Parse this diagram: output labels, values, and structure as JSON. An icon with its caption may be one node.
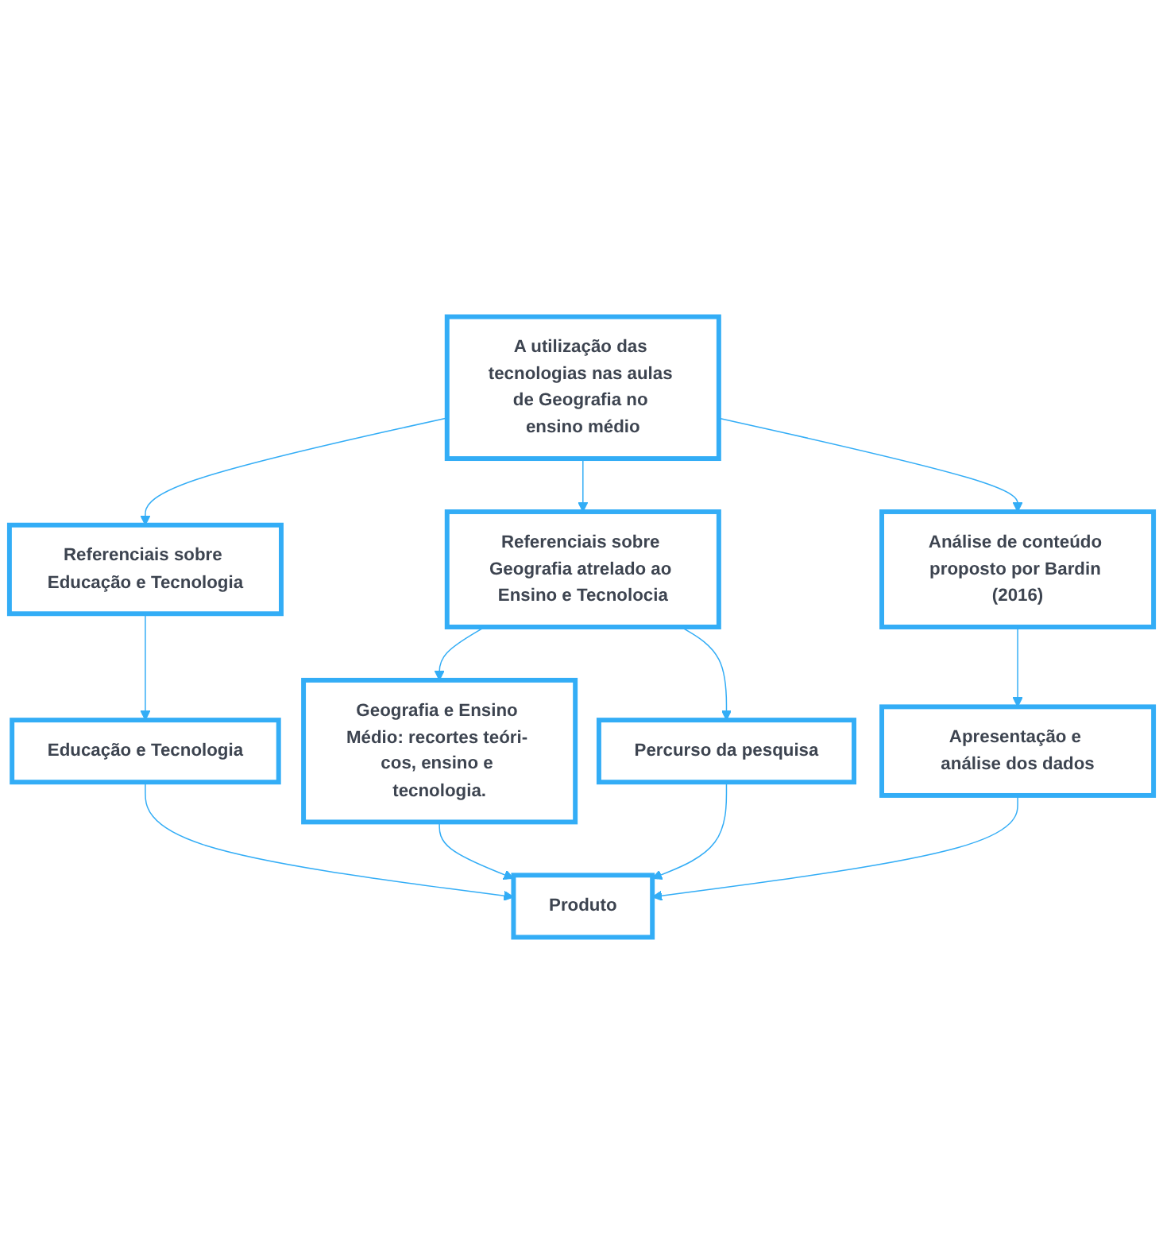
{
  "diagram": {
    "nodes": [
      {
        "text": [
          "A utilização das tecnologias nas aulas de Geografia no ensino médio"
        ]
      },
      {
        "text": [
          "Referenciais sobre Educação e Tecnologia"
        ]
      },
      {
        "text": [
          "Referenciais sobre Geografia atrelado ao Ensino e Tecnolocia"
        ]
      },
      {
        "text": [
          "Análise de conteúdo proposto por Bardin (2016)"
        ]
      },
      {
        "text": [
          "Educação e Tecnologia"
        ]
      },
      {
        "text": [
          "Geografia e Ensino Médio: recortes teóri- cos, ensino e tecnologia."
        ]
      },
      {
        "text": [
          "Percurso da pesquisa"
        ]
      },
      {
        "text": [
          "Apresentação e análise dos dados"
        ]
      },
      {
        "text": [
          "Produto"
        ]
      }
    ],
    "edges": [
      {
        "from": 0,
        "to": 1,
        "arrow": "to"
      },
      {
        "from": 0,
        "to": 2,
        "arrow": "to"
      },
      {
        "from": 0,
        "to": 3,
        "arrow": "to"
      },
      {
        "from": 1,
        "to": 4,
        "arrow": "to"
      },
      {
        "from": 2,
        "to": 5,
        "arrow": "to"
      },
      {
        "from": 2,
        "to": 6,
        "arrow": "to"
      },
      {
        "from": 3,
        "to": 7,
        "arrow": "to"
      },
      {
        "from": 4,
        "to": 8,
        "arrow": "to"
      },
      {
        "from": 5,
        "to": 8,
        "arrow": "to"
      },
      {
        "from": 6,
        "to": 8,
        "arrow": "to"
      },
      {
        "from": 7,
        "to": 8,
        "arrow": "to"
      }
    ]
  }
}
